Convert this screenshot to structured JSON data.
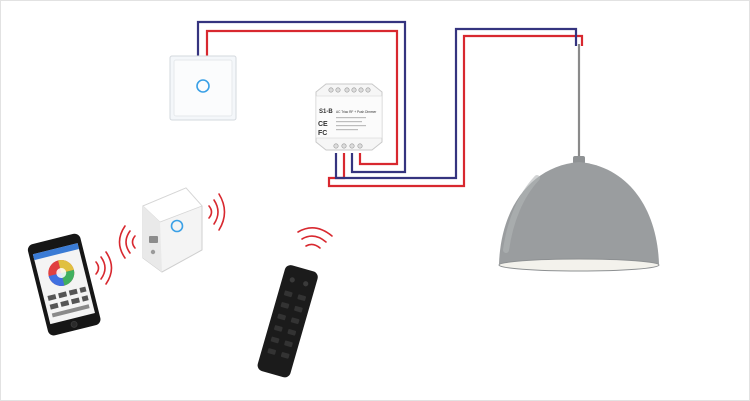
{
  "colors": {
    "live_wire": "#d8282f",
    "neutral_wire": "#35347f",
    "signal_wave": "#d8282f",
    "lamp_shade": "#9a9d9f",
    "lamp_inner": "#f3f2ec",
    "remote_body": "#1b1b1b",
    "switch_ring": "#3aa0e6",
    "frame_border": "#e2e2e2"
  },
  "module": {
    "model": "S1-B",
    "title": "AC Triac RF + Push Dimmer",
    "ce_mark": "CE",
    "fc_mark": "FC"
  }
}
